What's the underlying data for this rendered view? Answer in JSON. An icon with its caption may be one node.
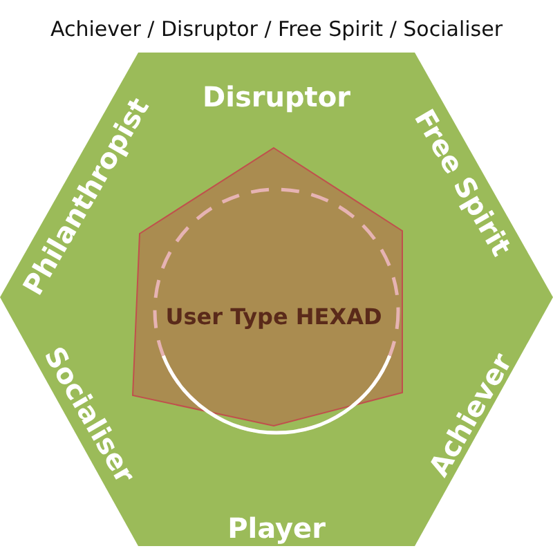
{
  "diagram": {
    "title": "Achiever / Disruptor / Free Spirit / Socialiser",
    "nodes": [
      {
        "text": [
          "Disruptor",
          "Free Spirit",
          "Achiever",
          "Player",
          "Socialiser",
          "Philanthropist"
        ]
      },
      {
        "text": [
          "User Type HEXAD"
        ],
        "in": 0
      }
    ]
  }
}
